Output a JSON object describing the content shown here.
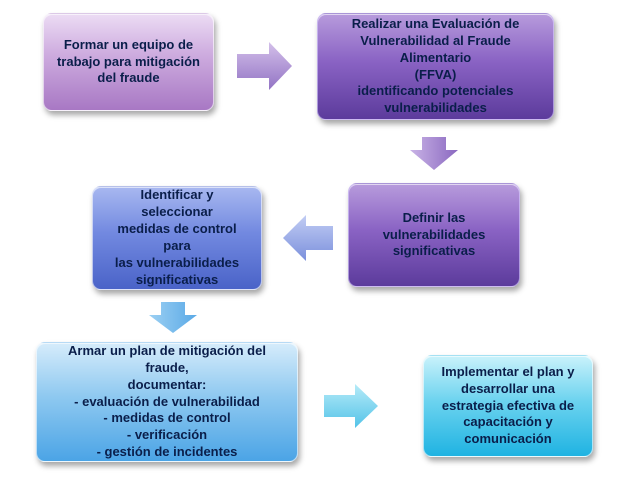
{
  "steps": [
    {
      "id": "b1",
      "text": "Formar un equipo de\ntrabajo para mitigación\ndel fraude",
      "color_top": "#ecdcf4",
      "color_bottom": "#a878c4"
    },
    {
      "id": "b2",
      "text": "Realizar una Evaluación de\nVulnerabilidad al Fraude Alimentario\n(FFVA)\nidentificando potenciales\nvulnerabilidades",
      "color_top": "#b79bdc",
      "color_bottom": "#5c3b9c"
    },
    {
      "id": "b3",
      "text": "Definir las\nvulnerabilidades\nsignificativas",
      "color_top": "#b79bdc",
      "color_bottom": "#5c3b9c"
    },
    {
      "id": "b4",
      "text": "Identificar y seleccionar\nmedidas de control para\nlas vulnerabilidades\nsignificativas",
      "color_top": "#a8b8f0",
      "color_bottom": "#4a63c8"
    },
    {
      "id": "b5",
      "text": "Armar un plan de mitigación del fraude,\ndocumentar:\n- evaluación de vulnerabilidad\n- medidas de control\n- verificación\n- gestión de incidentes",
      "color_top": "#d6ecfb",
      "color_bottom": "#4ba4e6"
    },
    {
      "id": "b6",
      "text": "Implementar el plan y\ndesarrollar una\nestrategia efectiva de\ncapacitación y\ncomunicación",
      "color_top": "#c9f2fb",
      "color_bottom": "#1fb3e2"
    }
  ],
  "arrow_colors": {
    "purple": "#a98bcf",
    "blue": "#8fa4e6",
    "light_blue": "#7fbfee",
    "cyan": "#6cd3ef"
  }
}
